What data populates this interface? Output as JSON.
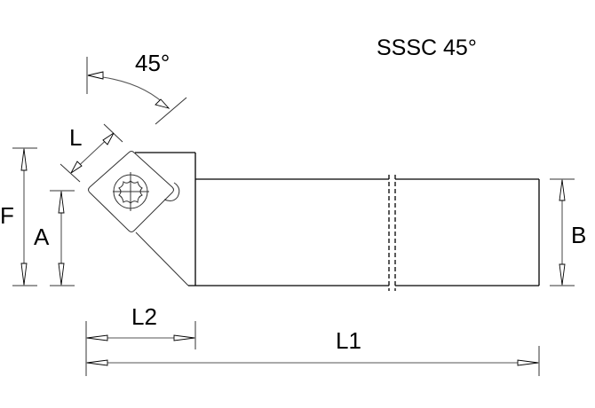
{
  "diagram": {
    "title": "SSSC 45°",
    "type": "turning tool holder technical drawing",
    "angle_label": "45°",
    "dimensions": {
      "L": "L",
      "F": "F",
      "A": "A",
      "B": "B",
      "L1": "L1",
      "L2": "L2"
    },
    "components": [
      "square-insert",
      "torx-screw",
      "holder-head",
      "shank",
      "break-lines",
      "clamp-pin"
    ]
  }
}
